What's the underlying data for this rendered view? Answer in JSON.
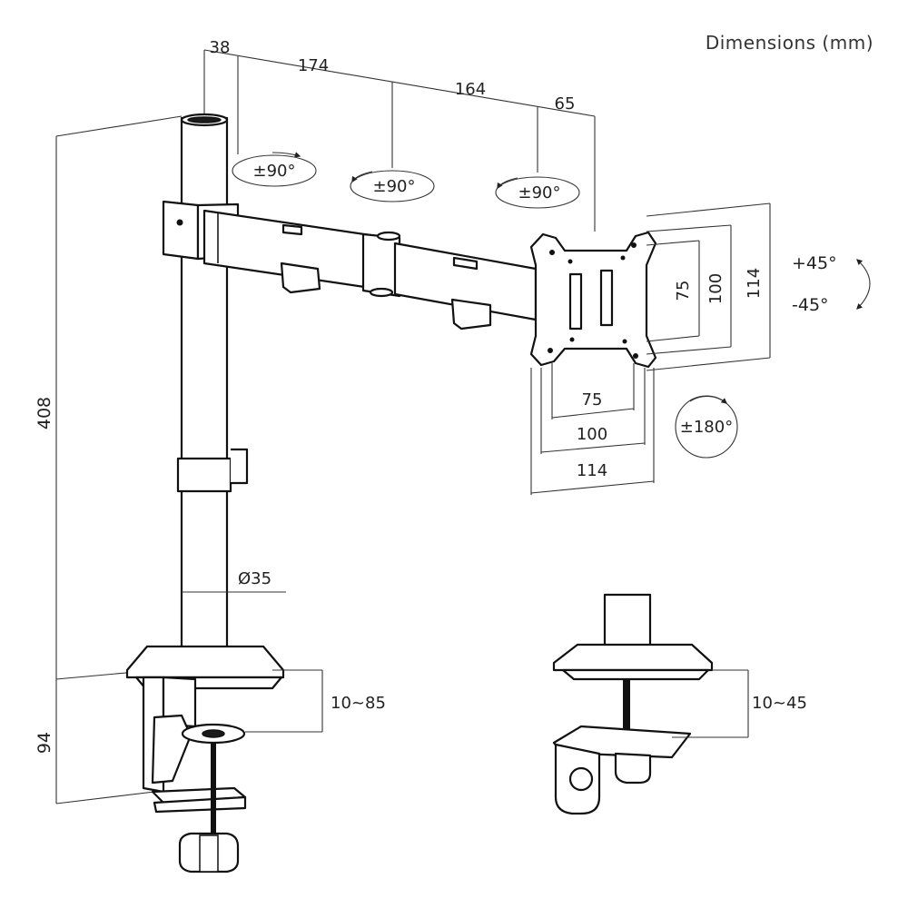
{
  "title": "Dimensions (mm)",
  "arm_dimensions": {
    "pole_offset": "38",
    "arm_segment_1": "174",
    "arm_segment_2": "164",
    "head_offset": "65"
  },
  "rotations": {
    "joint_1": "±90°",
    "joint_2": "±90°",
    "joint_3": "±90°",
    "tilt_up": "+45°",
    "tilt_down": "-45°",
    "rotate": "±180°"
  },
  "vesa": {
    "horizontal": [
      "75",
      "100",
      "114"
    ],
    "vertical": [
      "75",
      "100",
      "114"
    ]
  },
  "pole": {
    "height": "408",
    "diameter": "Ø35",
    "base_height": "94"
  },
  "clamps": {
    "c_clamp_range": "10~85",
    "grommet_range": "10~45"
  }
}
